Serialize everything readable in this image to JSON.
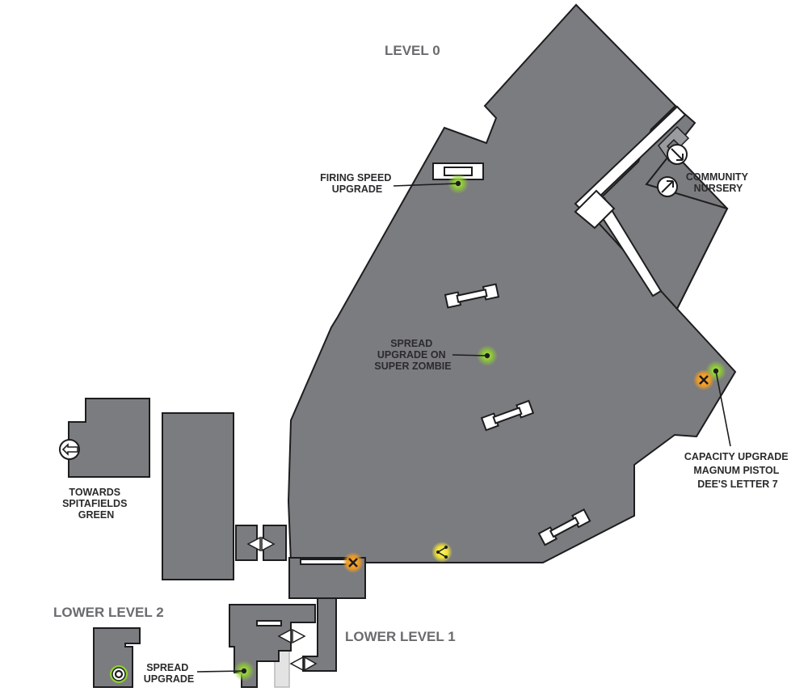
{
  "levels": {
    "level_0": "LEVEL 0",
    "lower_level_1": "LOWER LEVEL 1",
    "lower_level_2": "LOWER LEVEL 2"
  },
  "labels": {
    "firing_speed": [
      "FIRING SPEED",
      "UPGRADE"
    ],
    "community_nursery": [
      "COMMUNITY",
      "NURSERY"
    ],
    "spread_super_zombie": [
      "SPREAD",
      "UPGRADE ON",
      "SUPER ZOMBIE"
    ],
    "capacity_items": [
      "CAPACITY UPGRADE",
      "MAGNUM PISTOL",
      "DEE'S LETTER 7"
    ],
    "towards_spitafields": [
      "TOWARDS",
      "SPITAFIELDS",
      "GREEN"
    ],
    "spread_upgrade": [
      "SPREAD",
      "UPGRADE"
    ]
  },
  "markers": {
    "upgrade_icon": "green-glow-dot",
    "item_icon": "orange-x-marker",
    "save_icon": "yellow-share-icon",
    "start_icon": "green-ring-marker",
    "exit_icon": "arrow-circle-icon",
    "door_icon": "double-triangle-door-icon"
  },
  "colors": {
    "floor": "#7b7c7f",
    "outline": "#1d1d1f",
    "upgrade_glow": "#9bd13a",
    "item_marker": "#e79a2a",
    "save_marker": "#f2e23a",
    "level_text": "#6a6b6e"
  }
}
